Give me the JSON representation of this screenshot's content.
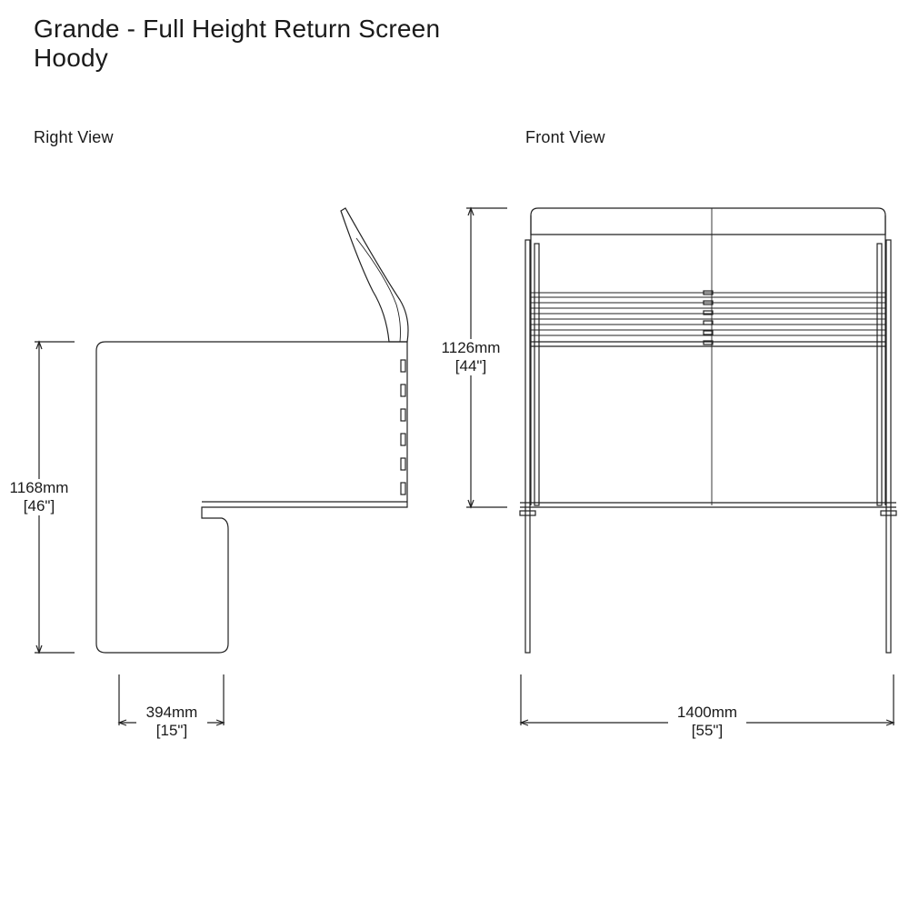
{
  "title": {
    "line1": "Grande - Full Height Return Screen",
    "line2": "Hoody"
  },
  "views": {
    "right": {
      "label": "Right View",
      "height_dim": {
        "mm": "1168mm",
        "in": "[46\"]"
      },
      "depth_dim": {
        "mm": "394mm",
        "in": "[15\"]"
      }
    },
    "front": {
      "label": "Front View",
      "height_dim": {
        "mm": "1126mm",
        "in": "[44\"]"
      },
      "width_dim": {
        "mm": "1400mm",
        "in": "[55\"]"
      }
    }
  }
}
